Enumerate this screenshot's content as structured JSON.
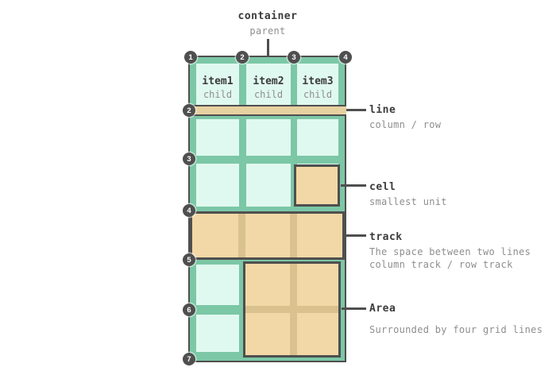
{
  "colors": {
    "green": "#7cc7a6",
    "mint": "#e0f9f0",
    "tan": "#f2d8a6",
    "tan-dark": "#d9c28e",
    "line-tan": "#e6d1a1",
    "dark": "#4f4f4f",
    "text-dark": "#3b3b3b",
    "text-gray": "#8e8e8e"
  },
  "container_label": {
    "title": "container",
    "subtitle": "parent"
  },
  "grid": {
    "items": [
      {
        "name": "item1",
        "sub": "child"
      },
      {
        "name": "item2",
        "sub": "child"
      },
      {
        "name": "item3",
        "sub": "child"
      }
    ],
    "top_line_numbers": [
      "1",
      "2",
      "3",
      "4"
    ],
    "left_line_numbers": [
      "2",
      "3",
      "4",
      "5",
      "6",
      "7"
    ]
  },
  "annotations": {
    "line": {
      "title": "line",
      "desc": "column / row"
    },
    "cell": {
      "title": "cell",
      "desc": "smallest unit"
    },
    "track": {
      "title": "track",
      "desc_line1": "The space between two lines",
      "desc_line2": "column track / row track"
    },
    "area": {
      "title": "Area",
      "desc": "Surrounded by four grid lines"
    }
  }
}
